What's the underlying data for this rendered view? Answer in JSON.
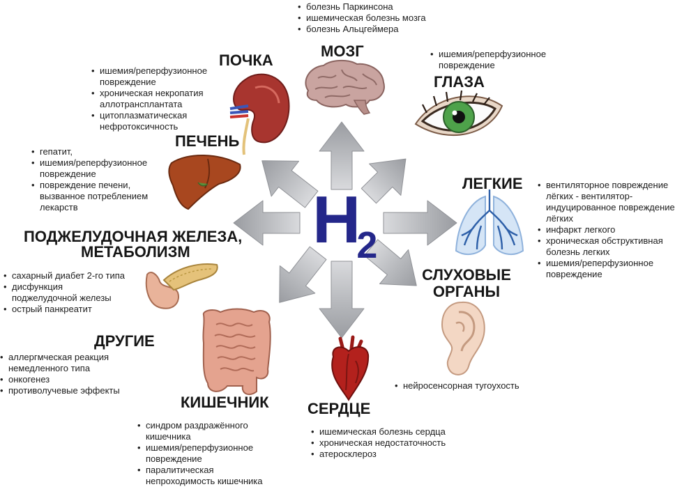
{
  "center": {
    "symbol": "H",
    "subscript": "2"
  },
  "colors": {
    "arrow": "#b7b9bd",
    "arrow_edge": "#8f9196",
    "h2": "#24278a",
    "title": "#151515"
  },
  "organs": {
    "brain": {
      "title": "МОЗГ",
      "icon": "brain-icon",
      "items": [
        "болезнь Паркинсона",
        "ишемическая болезнь мозга",
        "болезнь Альцгеймера"
      ]
    },
    "eyes": {
      "title": "ГЛАЗА",
      "icon": "eye-icon",
      "items": [
        "ишемия/реперфузионное\nповреждение"
      ]
    },
    "kidney": {
      "title": "ПОЧКА",
      "icon": "kidney-icon",
      "items": [
        "ишемия/реперфузионное\nповреждение",
        "хроническая некропатия\nаллотрансплантата",
        "цитоплазматическая\nнефротоксичность"
      ]
    },
    "liver": {
      "title": "ПЕЧЕНЬ",
      "icon": "liver-icon",
      "items": [
        "гепатит,",
        "ишемия/реперфузионное\nповреждение",
        "повреждение печени,\nвызванное потреблением\nлекарств"
      ]
    },
    "lungs": {
      "title": "ЛЕГКИЕ",
      "icon": "lungs-icon",
      "items": [
        "вентиляторное повреждение\nлёгких - вентилятор-\nиндуцированное повреждение\nлёгких",
        " инфаркт легкого",
        " хроническая обструктивная\nболезнь легких",
        " ишемия/реперфузионное\nповреждение"
      ]
    },
    "pancreas": {
      "title_line1": "ПОДЖЕЛУДОЧНАЯ ЖЕЛЕЗА,",
      "title_line2": "МЕТАБОЛИЗМ",
      "icon": "pancreas-icon",
      "items": [
        "сахарный диабет 2-го типа",
        "дисфункция\nподжелудочной железы",
        "острый панкреатит"
      ]
    },
    "hearing": {
      "title_line1": "СЛУХОВЫЕ",
      "title_line2": "ОРГАНЫ",
      "icon": "ear-icon",
      "items": [
        "нейросенсорная тугоухость"
      ]
    },
    "other": {
      "title": "ДРУГИЕ",
      "items": [
        "аллергмческая реакция\nнемедленного типа",
        "онкогенез",
        "противолучевые эффекты"
      ]
    },
    "intestine": {
      "title": "КИШЕЧНИК",
      "icon": "intestine-icon",
      "items": [
        "синдром раздражённого\nкишечника",
        " ишемия/реперфузионное\nповреждение",
        "паралитическая\nнепроходимость кишечника"
      ]
    },
    "heart": {
      "title": "СЕРДЦЕ",
      "icon": "heart-icon",
      "items": [
        "ишемическая болезнь сердца",
        "хроническая недостаточность",
        "атеросклероз"
      ]
    }
  }
}
